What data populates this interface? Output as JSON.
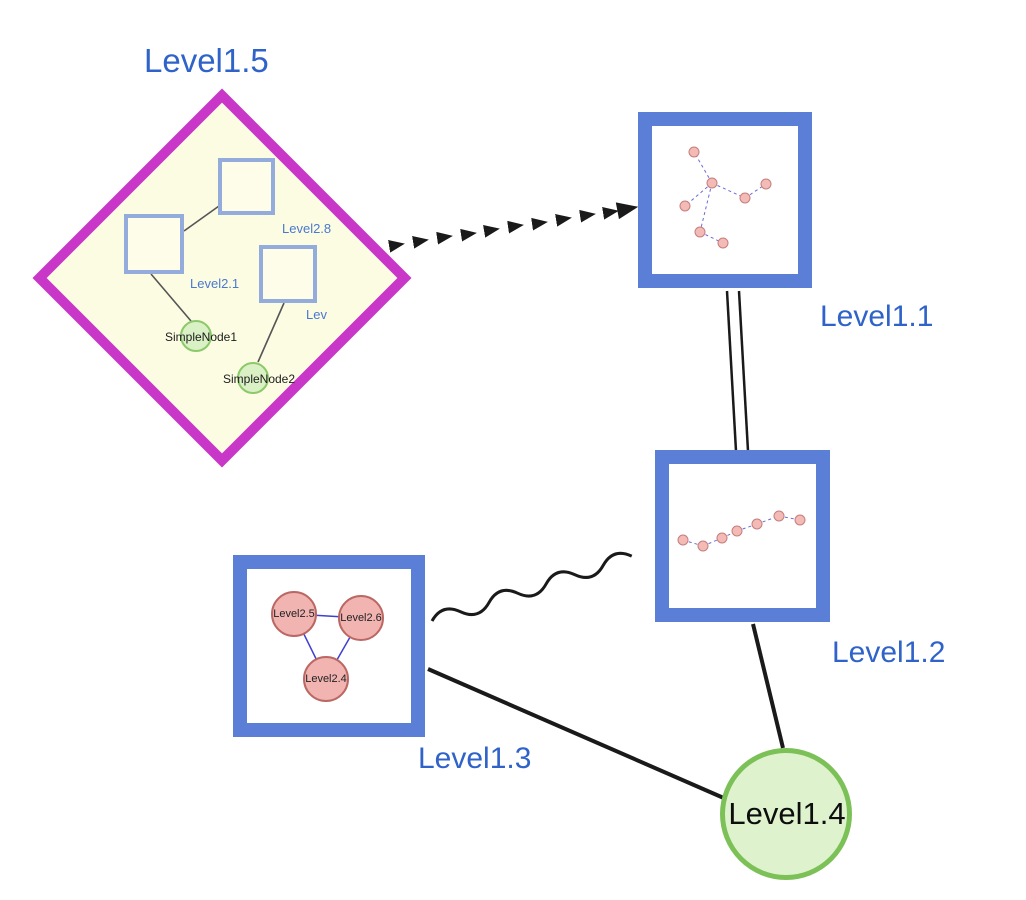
{
  "diagram": {
    "type": "nested-graph-visualization",
    "colors": {
      "label_blue": "#2f63c9",
      "edge_black": "#1a1a1a",
      "diamond_border": "#c837c8",
      "diamond_fill": "#fcfce3",
      "big_square_border": "#5b7fd6",
      "inner_square_border": "#94acdc",
      "inner_square_fill": "#fdfdea",
      "green_fill": "#daf0c5",
      "green_border": "#8cc96a",
      "pink_fill": "#f1b4b1",
      "pink_border": "#bb6763",
      "mini_edge_blue": "#6a6ad8"
    }
  },
  "nodes": {
    "level15": {
      "label": "Level1.5",
      "shape": "diamond",
      "children": {
        "square_top": {
          "label": "Level2.8"
        },
        "square_left": {
          "label": "Level2.1"
        },
        "square_right": {
          "label": "Lev"
        },
        "simple1": {
          "label": "SimpleNode1"
        },
        "simple2": {
          "label": "SimpleNode2"
        }
      }
    },
    "level11": {
      "label": "Level1.1",
      "shape": "square"
    },
    "level12": {
      "label": "Level1.2",
      "shape": "square"
    },
    "level13": {
      "label": "Level1.3",
      "shape": "square",
      "children": [
        {
          "label": "Level2.5"
        },
        {
          "label": "Level2.6"
        },
        {
          "label": "Level2.4"
        }
      ]
    },
    "level14": {
      "label": "Level1.4",
      "shape": "circle"
    }
  },
  "edges": [
    {
      "from": "Level1.5",
      "to": "Level1.1",
      "style": "dashed-arrow"
    },
    {
      "from": "Level1.1",
      "to": "Level1.2",
      "style": "double-line"
    },
    {
      "from": "Level1.3",
      "to": "Level1.2",
      "style": "wavy"
    },
    {
      "from": "Level1.3",
      "to": "Level1.4",
      "style": "solid"
    },
    {
      "from": "Level1.2",
      "to": "Level1.4",
      "style": "solid"
    }
  ]
}
